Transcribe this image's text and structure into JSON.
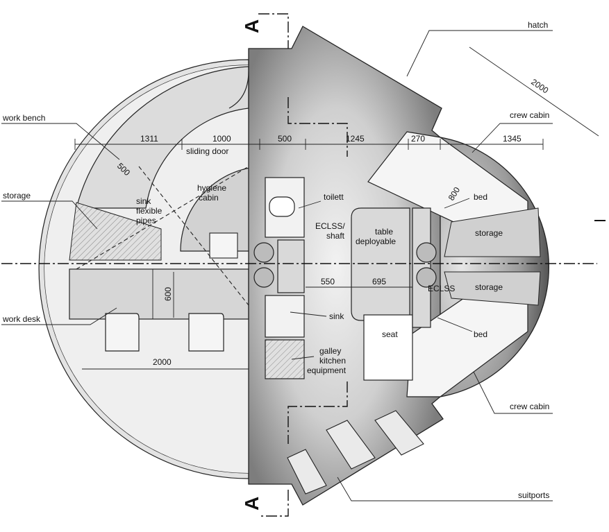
{
  "labels": {
    "hatch": "hatch",
    "work_bench": "work bench",
    "storage_left": "storage",
    "work_desk": "work desk",
    "crew_cabin_top": "crew cabin",
    "crew_cabin_bottom": "crew cabin",
    "suitports": "suitports",
    "sliding_door": "sliding door",
    "hygiene_cabin": "hygiene cabin",
    "sink_flexible_pipes": "sink flexible pipes",
    "toilett": "toilett",
    "eclss_shaft": "ECLSS/ shaft",
    "table_deployable": "table deployable",
    "sink": "sink",
    "galley": "galley kitchen equipment",
    "seat": "seat",
    "eclss": "ECLSS",
    "bed_top": "bed",
    "bed_bottom": "bed",
    "storage_top": "storage",
    "storage_bottom": "storage"
  },
  "dimensions": {
    "d1311": "1311",
    "d1000": "1000",
    "d500_top": "500",
    "d1245": "1245",
    "d270": "270",
    "d1345": "1345",
    "d2000_hatch": "2000",
    "d500_bench": "500",
    "d800": "800",
    "d550": "550",
    "d695": "695",
    "d600": "600",
    "d2000_desk": "2000"
  },
  "section_marks": {
    "top": "A",
    "bottom": "A"
  }
}
